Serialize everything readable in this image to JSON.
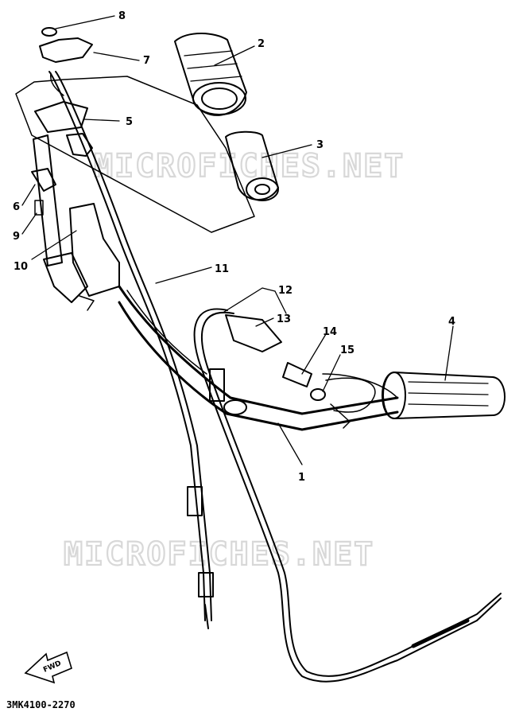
{
  "diagram": {
    "part_code": "3MK4100-2270",
    "direction_label": "FWD",
    "watermarks": [
      "MICROFICHES.NET",
      "MICROFICHES.NET"
    ],
    "callouts": [
      {
        "id": "8",
        "label": "8"
      },
      {
        "id": "2",
        "label": "2"
      },
      {
        "id": "7",
        "label": "7"
      },
      {
        "id": "5",
        "label": "5"
      },
      {
        "id": "3",
        "label": "3"
      },
      {
        "id": "6",
        "label": "6"
      },
      {
        "id": "9",
        "label": "9"
      },
      {
        "id": "10",
        "label": "10"
      },
      {
        "id": "11",
        "label": "11"
      },
      {
        "id": "12",
        "label": "12"
      },
      {
        "id": "13",
        "label": "13"
      },
      {
        "id": "14",
        "label": "14"
      },
      {
        "id": "4",
        "label": "4"
      },
      {
        "id": "15",
        "label": "15"
      },
      {
        "id": "1",
        "label": "1"
      }
    ]
  }
}
